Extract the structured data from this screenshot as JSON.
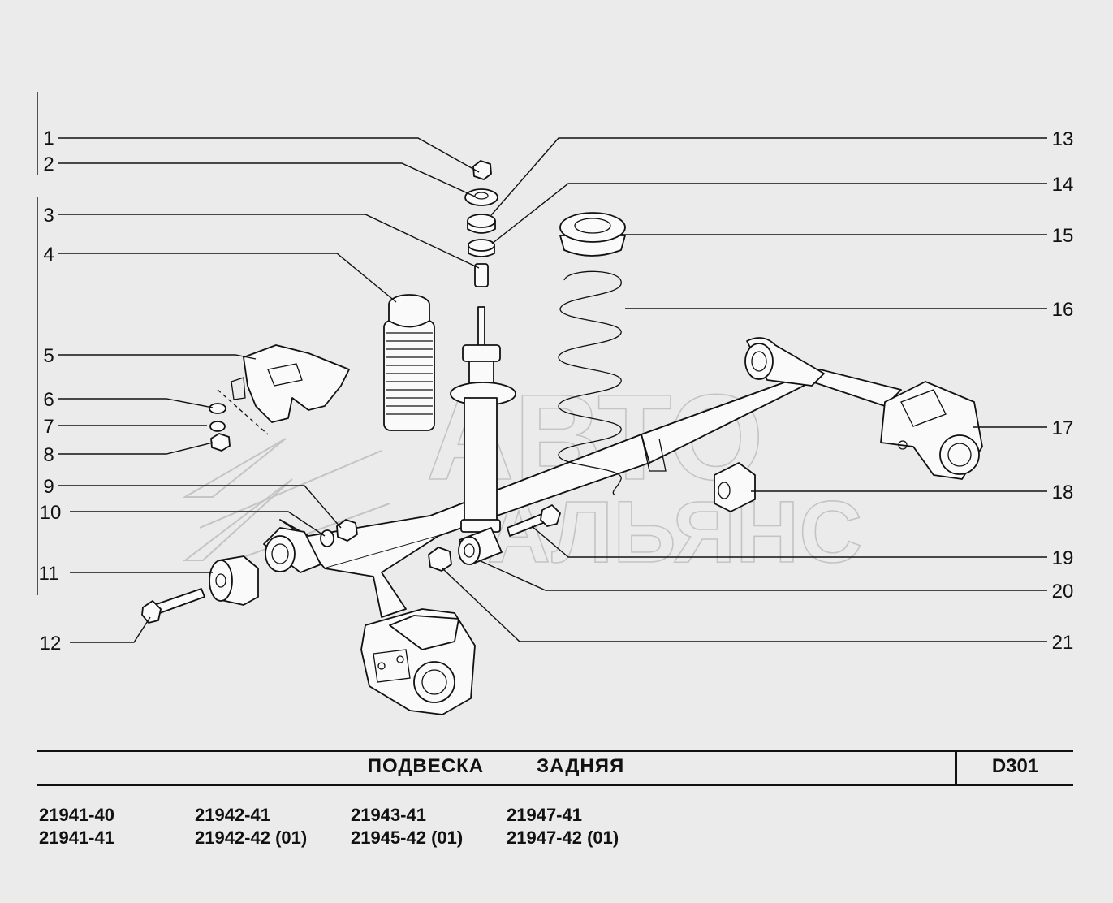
{
  "watermark": {
    "line1": "АВТО",
    "line2": "АЛЬЯНС"
  },
  "callouts": [
    "1",
    "2",
    "3",
    "4",
    "5",
    "6",
    "7",
    "8",
    "9",
    "10",
    "11",
    "12",
    "13",
    "14",
    "15",
    "16",
    "17",
    "18",
    "19",
    "20",
    "21"
  ],
  "title": "ПОДВЕСКА   ЗАДНЯЯ",
  "code": "D301",
  "models": [
    [
      "21941-40",
      "21941-41"
    ],
    [
      "21942-41",
      "21942-42 (01)"
    ],
    [
      "21943-41",
      "21945-42 (01)"
    ],
    [
      "21947-41",
      "21947-42 (01)"
    ]
  ],
  "colors": {
    "background": "#ebebeb",
    "ink": "#111111",
    "watermark": "#c4c4c4"
  }
}
